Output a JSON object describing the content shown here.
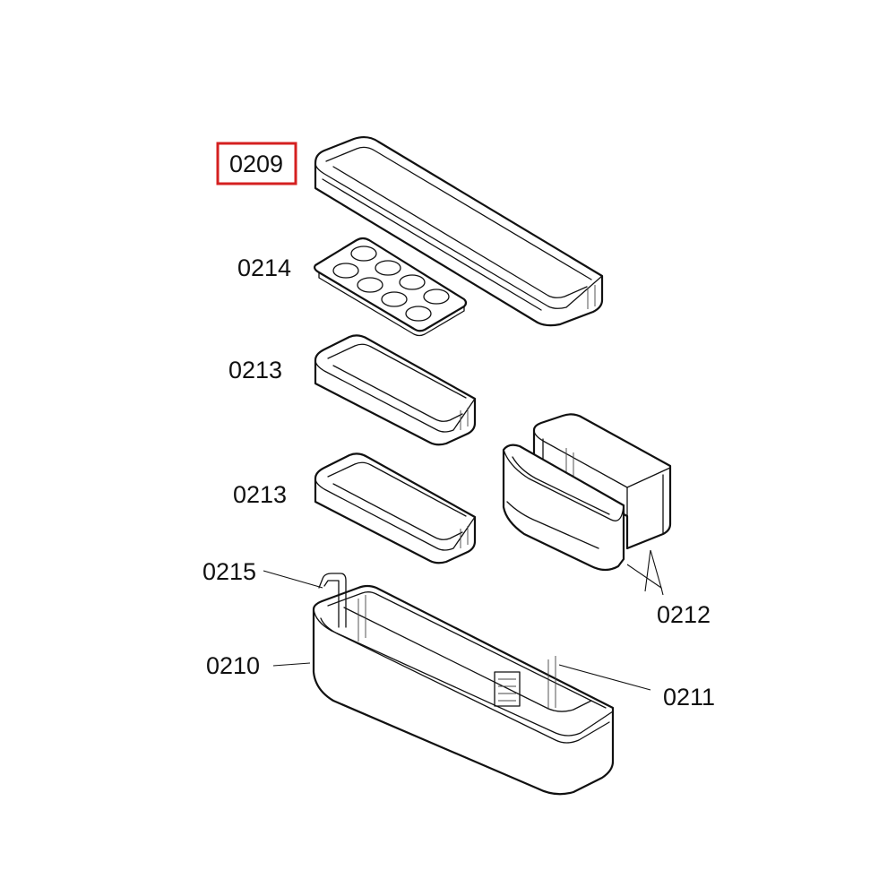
{
  "diagram": {
    "selected_part": "0209",
    "highlight_color": "#d42020",
    "line_color": "#111111",
    "background_color": "#ffffff",
    "labels": {
      "p0209": "0209",
      "p0214": "0214",
      "p0213a": "0213",
      "p0213b": "0213",
      "p0215": "0215",
      "p0210": "0210",
      "p0212": "0212",
      "p0211": "0211"
    }
  }
}
